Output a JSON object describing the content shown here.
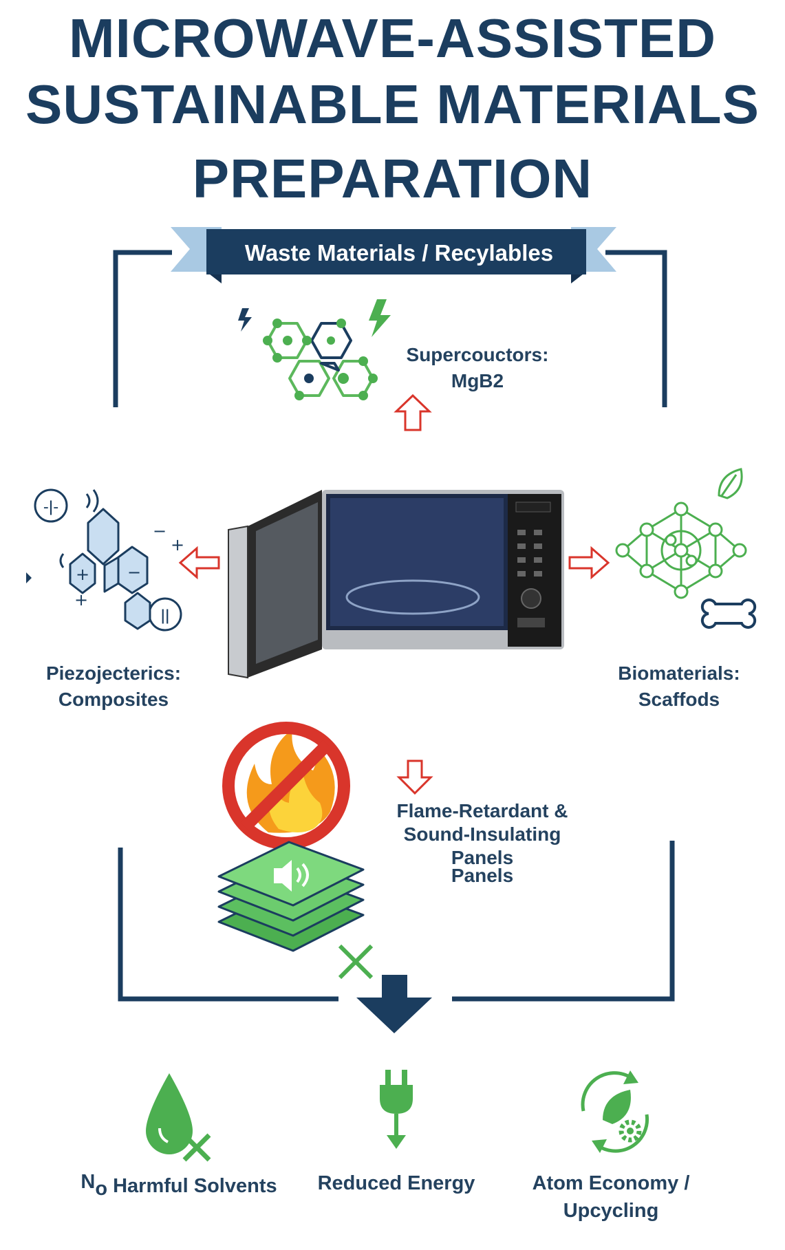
{
  "title": {
    "line1": "MICROWAVE-ASSISTED",
    "line2": "SUSTAINABLE MATERIALS",
    "line3": "PREPARATION"
  },
  "banner": {
    "label": "Waste Materials / Recylables"
  },
  "outputs": {
    "supercond": {
      "line1": "Supercouctors:",
      "line2": "MgB2"
    },
    "piezo": {
      "line1": "Piezojecterics:",
      "line2": "Composites"
    },
    "bio": {
      "line1": "Biomaterials:",
      "line2": "Scaffods"
    },
    "flame": {
      "line1": "Flame-Retardant &",
      "line2": "Sound-Insulating",
      "line3": "Panels",
      "line4": "Panels"
    }
  },
  "benefits": {
    "solvents": {
      "prefix_n": "N",
      "prefix_o": "o",
      "rest": " Harmful Solvents"
    },
    "energy": {
      "label": "Reduced Energy"
    },
    "atom": {
      "line1": "Atom Economy /",
      "line2": "Upcycling"
    }
  },
  "icons": [
    "hexagon-network-icon",
    "lightning-icon",
    "crystal-charge-icon",
    "microwave-oven-icon",
    "network-sphere-icon",
    "leaf-icon",
    "bone-icon",
    "no-fire-icon",
    "sound-panel-icon",
    "drop-cross-icon",
    "plug-down-icon",
    "recycle-leaf-gear-icon"
  ],
  "colors": {
    "navy": "#1b3d5f",
    "green": "#4caf50",
    "red": "#d9352b",
    "light_blue": "#a9c9e3"
  }
}
